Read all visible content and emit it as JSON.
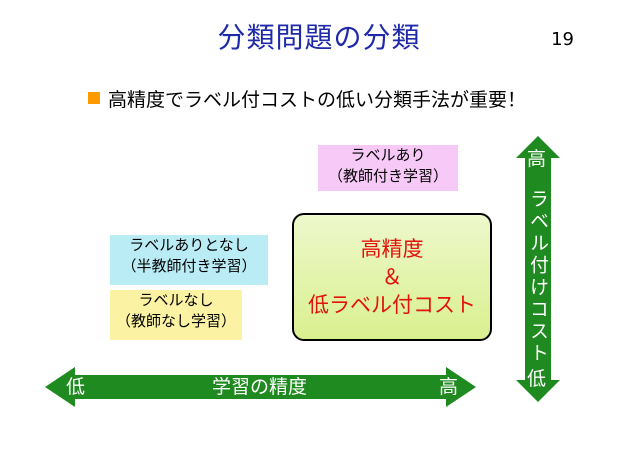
{
  "slide": {
    "title": "分類問題の分類",
    "page_number": "19"
  },
  "bullet": {
    "text": "高精度でラベル付コストの低い分類手法が重要！",
    "marker_color": "#ff9900"
  },
  "boxes": {
    "supervised": {
      "line1": "ラベルあり",
      "line2": "（教師付き学習）",
      "color": "#f7c9f7"
    },
    "semi_supervised": {
      "line1": "ラベルありとなし",
      "line2": "（半教師付き学習）",
      "color": "#b9ecf5"
    },
    "unsupervised": {
      "line1": "ラベルなし",
      "line2": "（教師なし学習）",
      "color": "#fbf3a3"
    },
    "goal": {
      "line1": "高精度",
      "line2": "＆",
      "line3": "低ラベル付コスト",
      "text_color": "#e1130a"
    }
  },
  "horizontal_arrow": {
    "low_label": "低",
    "center_label": "学習の精度",
    "high_label": "高",
    "color": "#1f8a1f"
  },
  "vertical_arrow": {
    "high_label": "高",
    "center_label": "ラベル付けコスト",
    "low_label": "低",
    "color": "#1f8a1f"
  }
}
